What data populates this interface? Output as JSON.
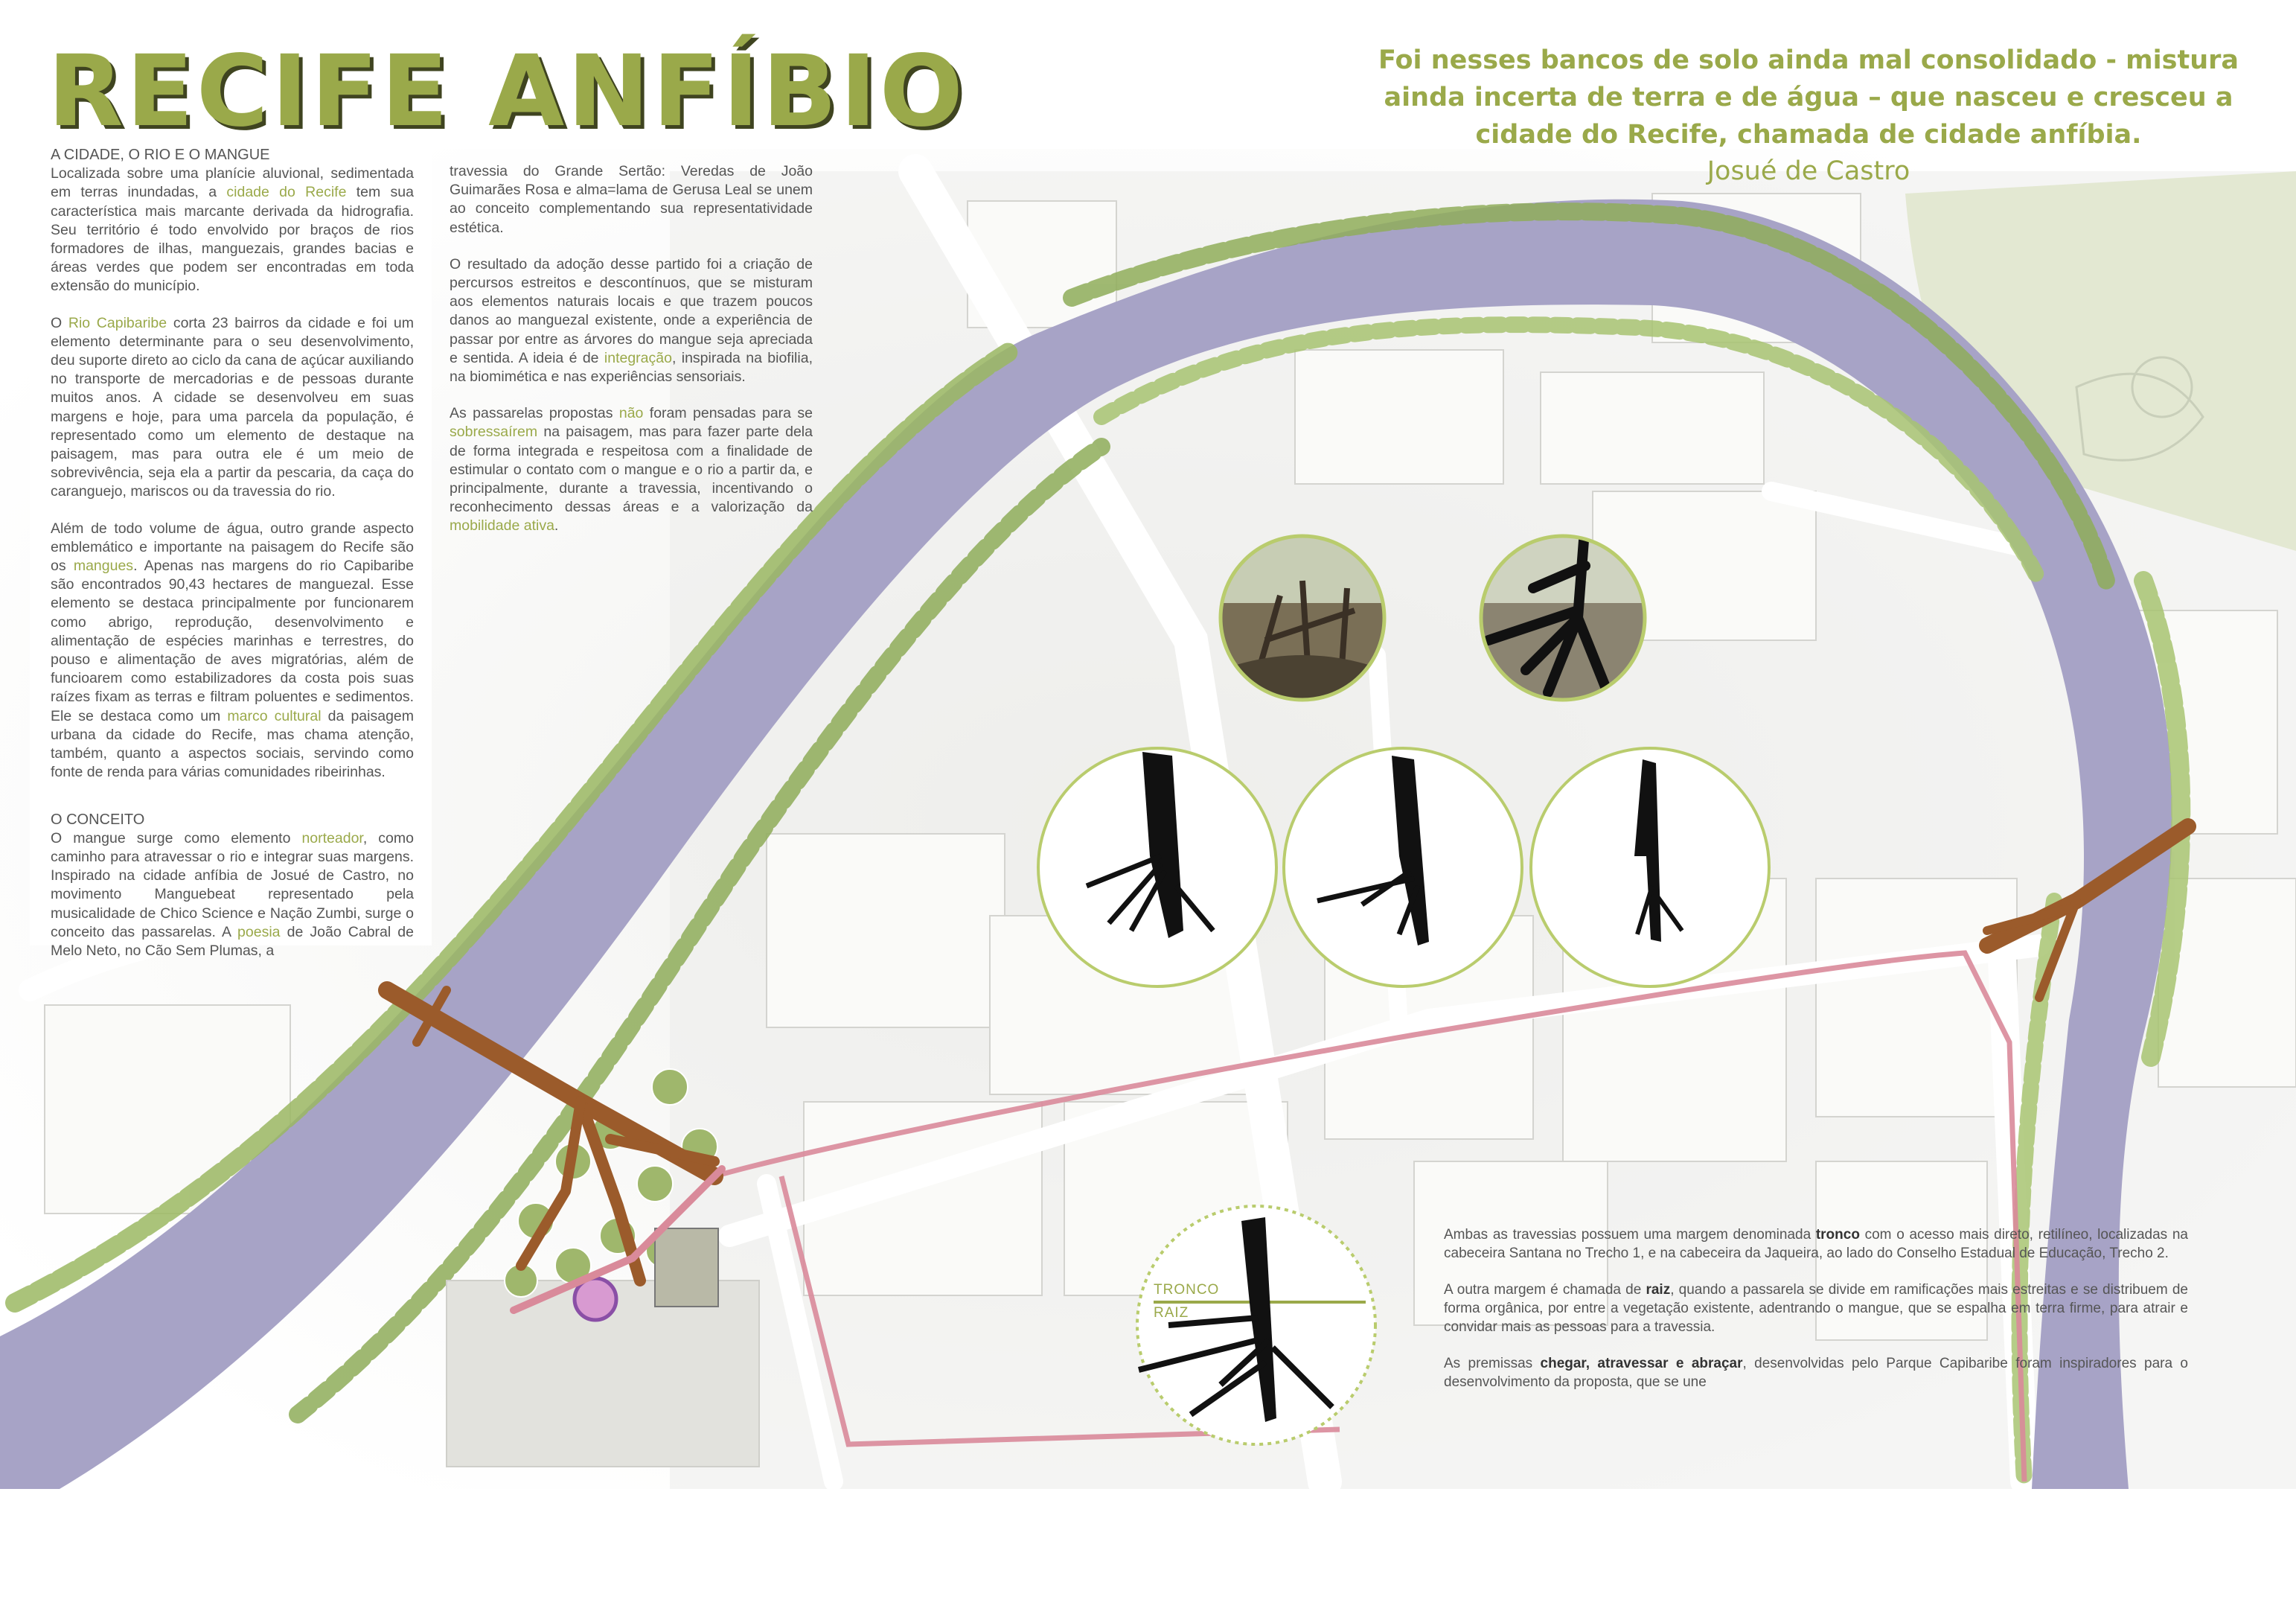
{
  "title": "RECIFE ANFÍBIO",
  "quote": {
    "text": "Foi nesses bancos de solo ainda mal consolidado - mistura ainda incerta de terra e de água – que nasceu e cresceu a cidade do Recife, chamada de cidade anfíbia.",
    "author": "Josué de Castro"
  },
  "col1": {
    "heading1": "A CIDADE, O RIO E O MANGUE",
    "p1": [
      "Localizada sobre uma planície aluvional, sedimentada em terras inundadas, a ",
      "cidade do Recife",
      " tem sua característica mais marcante derivada da hidrografia. Seu território é todo envolvido por braços de rios formadores de ilhas, manguezais, grandes bacias e áreas verdes que podem ser encontradas em toda extensão do município."
    ],
    "p2": [
      "O ",
      "Rio Capibaribe",
      " corta 23 bairros da cidade e foi um elemento determinante para o seu desenvolvimento, deu suporte direto ao ciclo da cana de açúcar auxiliando no transporte de mercadorias e de pessoas durante muitos anos. A cidade se desenvolveu em suas margens e hoje, para uma parcela da população, é representado como um elemento de destaque na paisagem, mas para outra ele é um meio de sobrevivência, seja ela a partir da pescaria, da caça do caranguejo, mariscos ou da travessia do rio."
    ],
    "p3": [
      "Além de todo volume de água, outro grande aspecto emblemático e importante na paisagem do Recife são os ",
      "mangues",
      ". Apenas nas margens do rio Capibaribe são encontrados 90,43 hectares de manguezal. Esse elemento se destaca principalmente por funcionarem como abrigo, reprodução, desenvolvimento e alimentação de espécies marinhas e terrestres, do pouso e alimentação de aves migratórias, além de  funcioarem como estabilizadores da costa pois suas raízes fixam as terras e filtram poluentes e sedimentos. Ele se destaca como um ",
      "marco cultural",
      " da paisagem urbana da cidade do Recife, mas chama atenção, também, quanto a aspectos sociais, servindo como fonte de renda para várias comunidades ribeirinhas."
    ],
    "heading2": "O CONCEITO",
    "p4": [
      "O mangue surge como elemento ",
      "norteador",
      ", como caminho para atravessar o rio e integrar suas margens. Inspirado na cidade anfíbia de Josué de Castro, no movimento Manguebeat representado pela musicalidade de Chico Science e Nação Zumbi, surge o conceito das passarelas. A ",
      "poesia",
      " de João Cabral de Melo Neto, no Cão Sem Plumas, a"
    ]
  },
  "col2": {
    "p1": "travessia do Grande Sertão: Veredas de João Guimarães Rosa e alma=lama de Gerusa Leal se unem ao conceito complementando sua representatividade estética.",
    "p2": [
      "O resultado da adoção desse partido foi a criação de percursos estreitos e descontínuos, que se misturam aos elementos naturais locais e que trazem poucos danos ao manguezal existente, onde a experiência de passar por entre as árvores do mangue seja apreciada e sentida. A ideia é de ",
      "integração",
      ", inspirada na biofilia, na biomimética e nas experiências sensoriais."
    ],
    "p3": [
      "As passarelas propostas ",
      "não",
      " foram pensadas para se ",
      "sobressaírem",
      " na paisagem, mas para fazer parte dela de forma integrada e respeitosa com a finalidade de estimular o contato com o mangue e o rio a partir da, e principalmente, durante a travessia, incentivando o reconhecimento dessas áreas e a valorização da ",
      "mobilidade ativa",
      "."
    ]
  },
  "col3": {
    "p1": [
      "Ambas as travessias possuem uma margem denominada ",
      "tronco",
      " com o acesso mais direto, retilíneo, localizadas na cabeceira Santana no Trecho 1, e na cabeceira da Jaqueira, ao lado do Conselho Estadual de Educação, Trecho 2."
    ],
    "p2": [
      "A outra margem é chamada de ",
      "raiz",
      ", quando a passarela se divide em ramificações mais estreitas e se distribuem de forma orgânica, por entre a vegetação existente, adentrando o mangue, que se espalha em terra firme, para atrair e convidar mais as pessoas para a travessia."
    ],
    "p3": [
      "As premissas ",
      "chegar, atravessar e abraçar",
      ", desenvolvidas pelo Parque Capibaribe foram inspiradores para o desenvolvimento da proposta, que se une"
    ]
  },
  "diagram": {
    "label_trunk": "TRONCO",
    "label_root": "RAIZ"
  },
  "colors": {
    "title": "#9aa94a",
    "title_shadow": "#3f4420",
    "river": "#a7a3c6",
    "mangrove": "#8fad5a",
    "walkway": "#9b5b2b",
    "bike_path": "#d98a9a",
    "circle_stroke": "#b9cc6d"
  }
}
